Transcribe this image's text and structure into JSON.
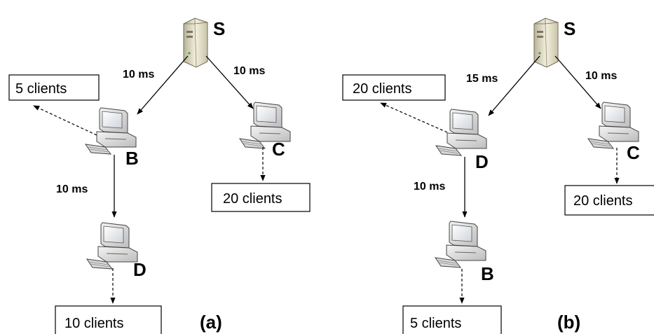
{
  "panel_a": {
    "label": "(a)",
    "nodes": {
      "s": "S",
      "b": "B",
      "c": "C",
      "d": "D"
    },
    "edges": {
      "s_b": "10 ms",
      "s_c": "10 ms",
      "b_d": "10 ms"
    },
    "boxes": {
      "b_clients": "5 clients",
      "c_clients": "20 clients",
      "d_clients": "10 clients"
    }
  },
  "panel_b": {
    "label": "(b)",
    "nodes": {
      "s": "S",
      "d": "D",
      "c": "C",
      "b": "B"
    },
    "edges": {
      "s_d": "15 ms",
      "s_c": "10 ms",
      "d_b": "10 ms"
    },
    "boxes": {
      "d_clients": "20 clients",
      "c_clients": "20 clients",
      "b_clients": "5 clients"
    }
  },
  "icons": {
    "server": "server-tower-icon",
    "client": "desktop-computer-icon"
  }
}
